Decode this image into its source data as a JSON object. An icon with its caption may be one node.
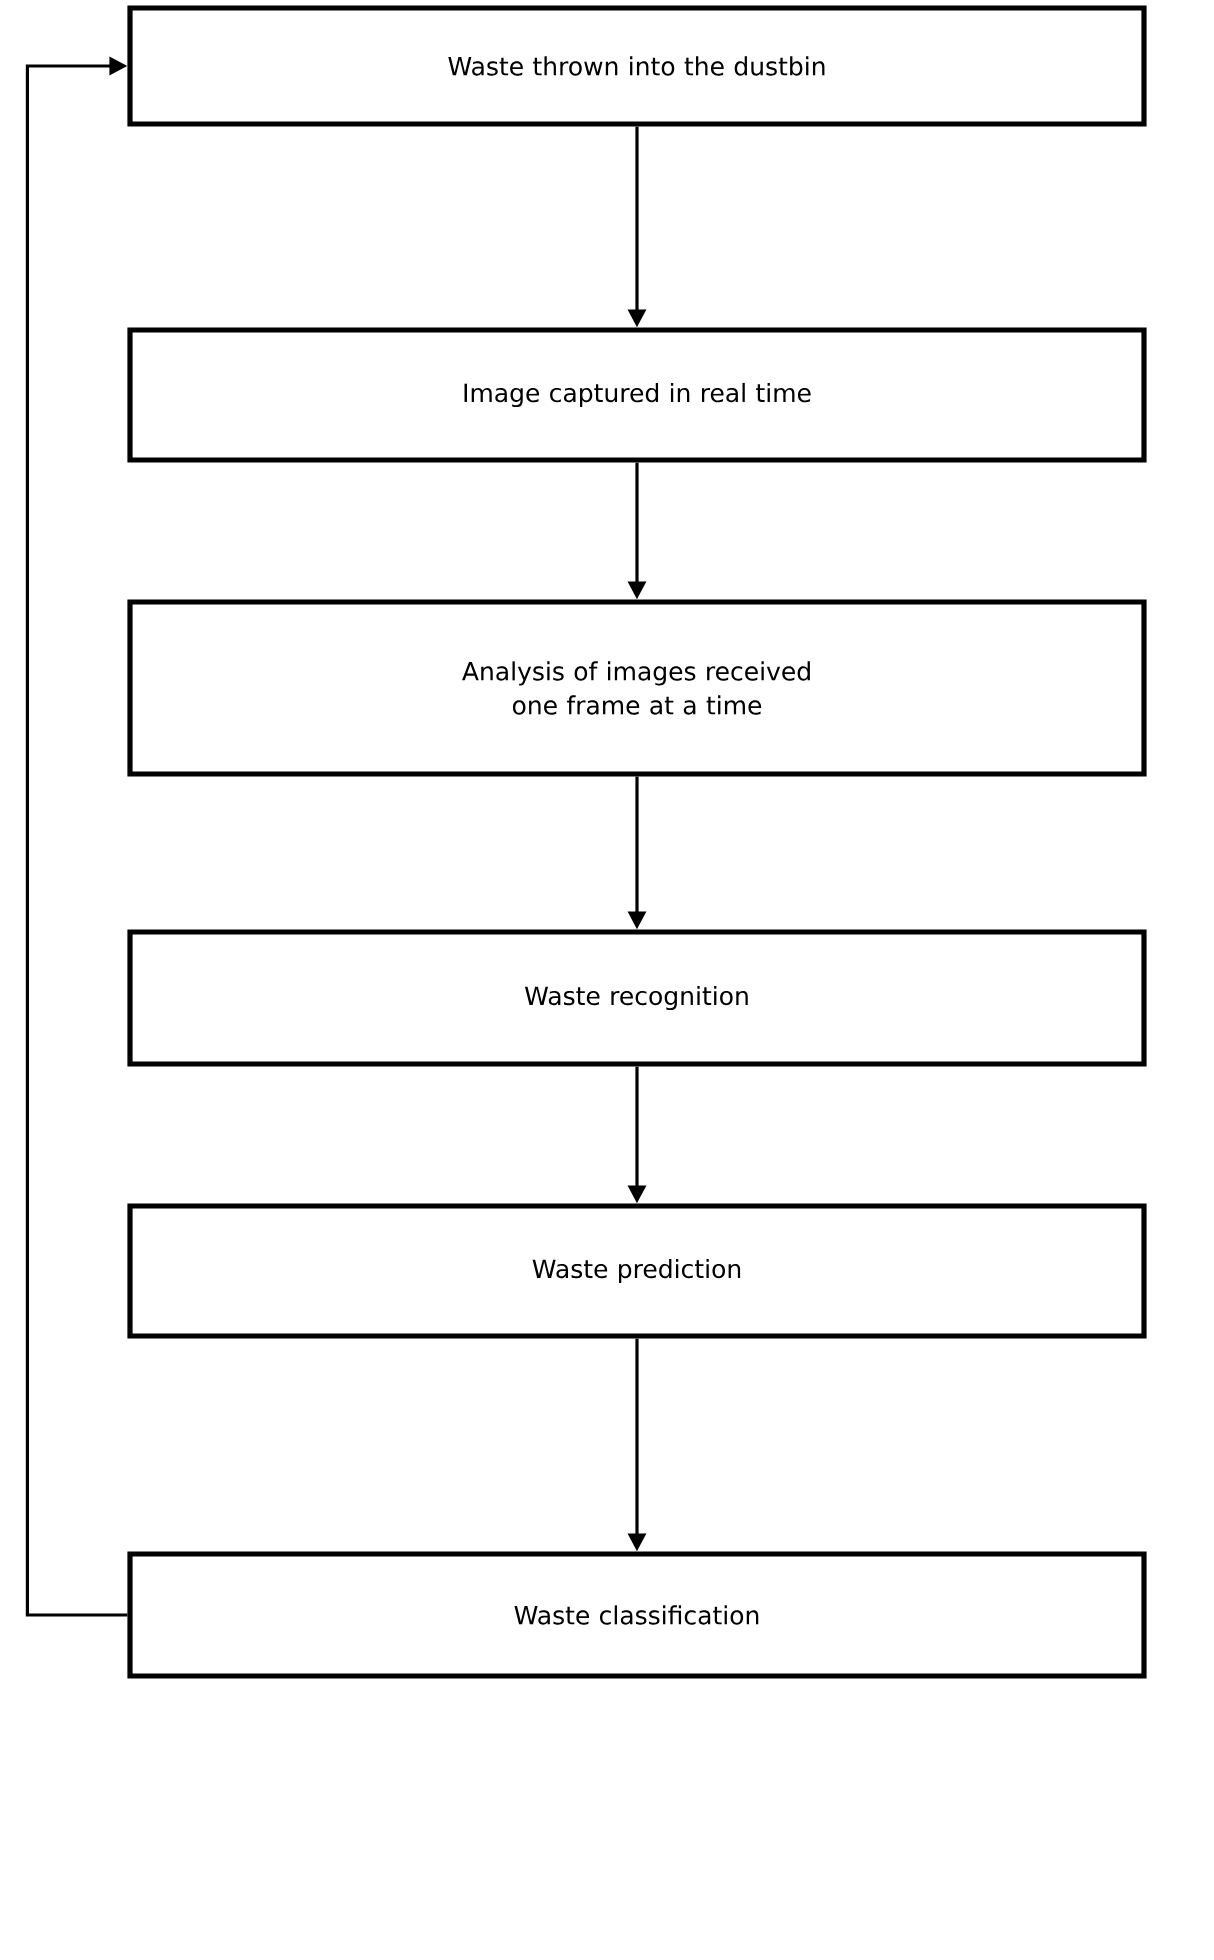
{
  "diagram": {
    "nodes": [
      {
        "text": [
          "Waste thrown into the dustbin"
        ]
      },
      {
        "text": [
          "Image captured in real time"
        ]
      },
      {
        "text": [
          "Analysis of images received one frame at a time"
        ]
      },
      {
        "text": [
          "Waste recognition"
        ]
      },
      {
        "text": [
          "Waste prediction"
        ]
      },
      {
        "text": [
          "Waste classification"
        ]
      }
    ],
    "edges": [
      {
        "from": 0,
        "to": 1,
        "arrow": "to"
      },
      {
        "from": 1,
        "to": 2,
        "arrow": "to"
      },
      {
        "from": 2,
        "to": 3,
        "arrow": "to"
      },
      {
        "from": 3,
        "to": 4,
        "arrow": "to"
      },
      {
        "from": 4,
        "to": 5,
        "arrow": "to"
      },
      {
        "from": 5,
        "to": 0,
        "arrow": "to"
      }
    ]
  }
}
